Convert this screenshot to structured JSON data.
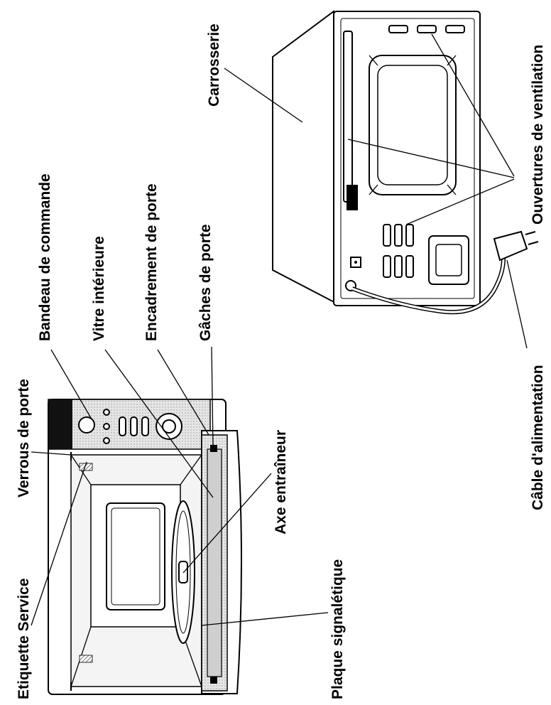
{
  "labels": {
    "etiquette_service": "Etiquette Service",
    "verrous_de_porte": "Verrous de porte",
    "bandeau_de_commande": "Bandeau de commande",
    "vitre_interieure": "Vitre intérieure",
    "encadrement_de_porte": "Encadrement de porte",
    "gaches_de_porte": "Gâches de porte",
    "axe_entraineur": "Axe entraîneur",
    "plaque_signaletique": "Plaque signalétique",
    "carrosserie": "Carrosserie",
    "ouvertures_de_ventilation": "Ouvertures de ventilation",
    "cable_alimentation": "Câble d'alimentation"
  },
  "colors": {
    "ink": "#000000",
    "door_frame": "#8c8c8c",
    "panel_shade": "#d9d9d9",
    "background": "#ffffff"
  }
}
